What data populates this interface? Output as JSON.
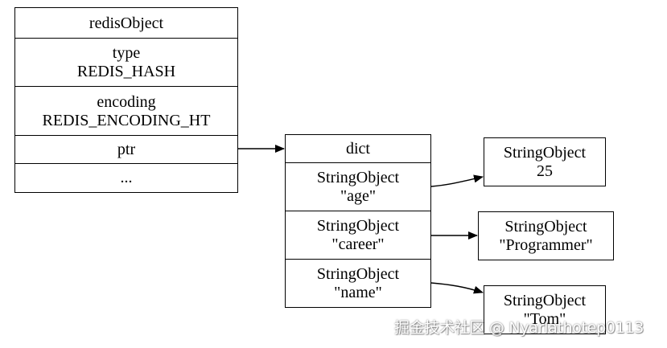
{
  "redis_object": {
    "title": "redisObject",
    "type_label": "type",
    "type_value": "REDIS_HASH",
    "encoding_label": "encoding",
    "encoding_value": "REDIS_ENCODING_HT",
    "ptr": "ptr",
    "ellipsis": "..."
  },
  "dict": {
    "title": "dict",
    "entries": [
      {
        "class": "StringObject",
        "key": "\"age\""
      },
      {
        "class": "StringObject",
        "key": "\"career\""
      },
      {
        "class": "StringObject",
        "key": "\"name\""
      }
    ]
  },
  "values": [
    {
      "class": "StringObject",
      "value": "25"
    },
    {
      "class": "StringObject",
      "value": "\"Programmer\""
    },
    {
      "class": "StringObject",
      "value": "\"Tom\""
    }
  ],
  "watermark": "掘金技术社区 @ Nyarlathotep0113"
}
